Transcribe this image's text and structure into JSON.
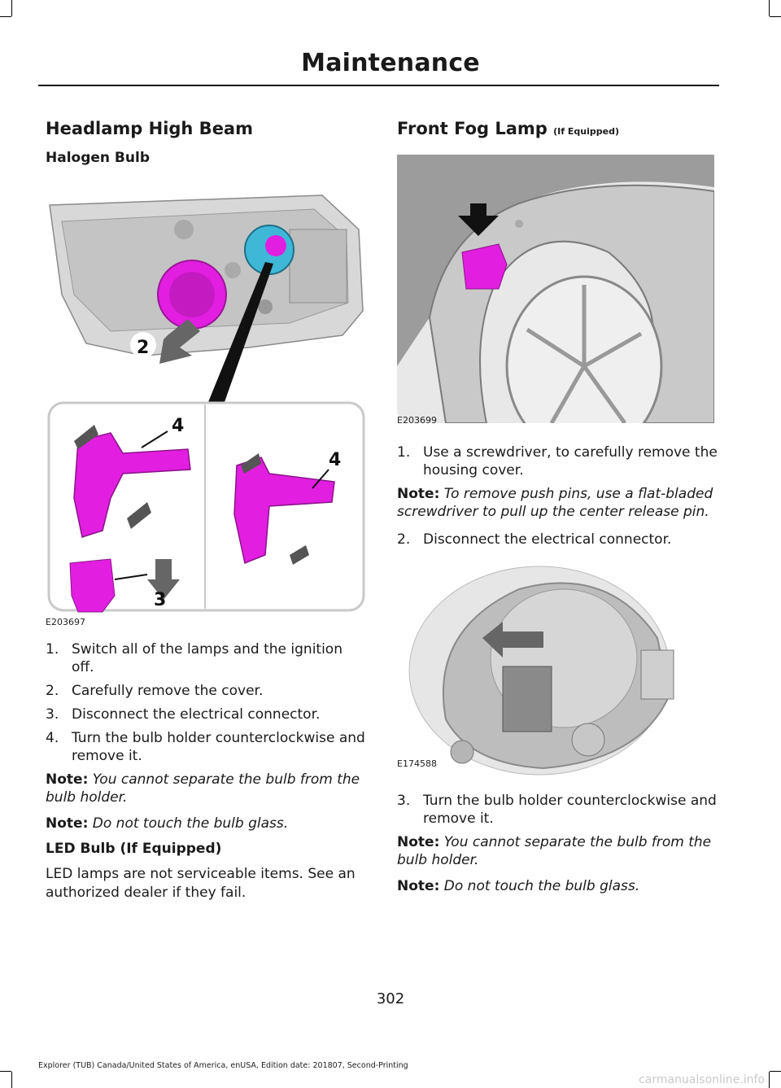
{
  "header": {
    "title": "Maintenance"
  },
  "left": {
    "heading": "Headlamp High Beam",
    "subheading": "Halogen Bulb",
    "figure": {
      "id": "E203697",
      "callouts": [
        "2",
        "4",
        "4",
        "3"
      ]
    },
    "steps": [
      {
        "num": "1.",
        "text": "Switch all of the lamps and the ignition off."
      },
      {
        "num": "2.",
        "text": "Carefully remove the cover."
      },
      {
        "num": "3.",
        "text": "Disconnect the electrical connector."
      },
      {
        "num": "4.",
        "text": "Turn the bulb holder counterclockwise and remove it."
      }
    ],
    "notes": [
      {
        "label": "Note:",
        "text": "You cannot separate the bulb from the bulb holder."
      },
      {
        "label": "Note:",
        "text": "Do not touch the bulb glass."
      }
    ],
    "led_heading": "LED Bulb (If Equipped)",
    "led_text": "LED lamps are not serviceable items.  See an authorized dealer if they fail."
  },
  "right": {
    "heading": "Front Fog Lamp",
    "heading_suffix": "(If Equipped)",
    "figure1": {
      "id": "E203699"
    },
    "step1": {
      "num": "1.",
      "text": "Use a screwdriver, to carefully remove the housing cover."
    },
    "note1": {
      "label": "Note:",
      "text": "To remove push pins, use a flat-bladed screwdriver to pull up the center release pin."
    },
    "step2": {
      "num": "2.",
      "text": "Disconnect the electrical connector."
    },
    "figure2": {
      "id": "E174588"
    },
    "step3": {
      "num": "3.",
      "text": "Turn the bulb holder counterclockwise and remove it."
    },
    "notes": [
      {
        "label": "Note:",
        "text": "You cannot separate the bulb from the bulb holder."
      },
      {
        "label": "Note:",
        "text": "Do not touch the bulb glass."
      }
    ]
  },
  "footer": {
    "page_number": "302",
    "edition": "Explorer (TUB) Canada/United States of America, enUSA, Edition date: 201807, Second-Printing",
    "watermark": "carmanualsonline.info"
  },
  "colors": {
    "accent_magenta": "#e21ee0",
    "illustration_gray": "#9a9a9a",
    "text": "#1a1a1a"
  }
}
